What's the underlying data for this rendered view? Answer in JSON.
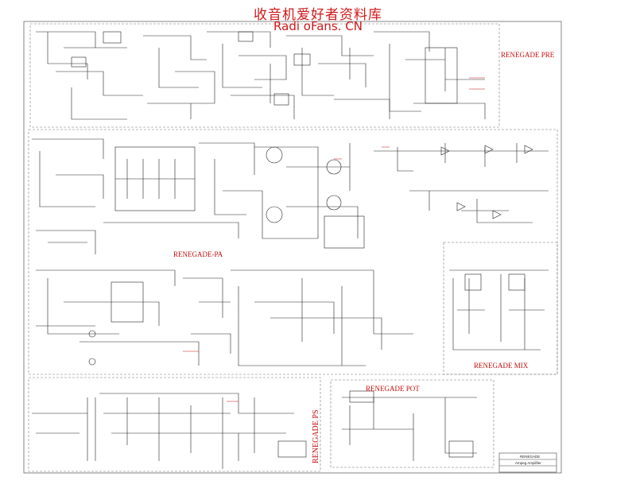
{
  "header": {
    "site_cn": "收音机爱好者资料库",
    "site_en": "Radi oFans. CN"
  },
  "sections": {
    "pre": "RENEGADE PRE",
    "pa": "RENEGADE-PA",
    "mix": "RENEGADE MIX",
    "pot": "RENEGADE POT",
    "ps": "RENEGADE PS"
  },
  "title_block": {
    "name": "RENEGADE",
    "desc": "Ampeg Amplifier"
  },
  "colors": {
    "line": "#222222",
    "accent": "#c81010",
    "frame": "#555555"
  }
}
